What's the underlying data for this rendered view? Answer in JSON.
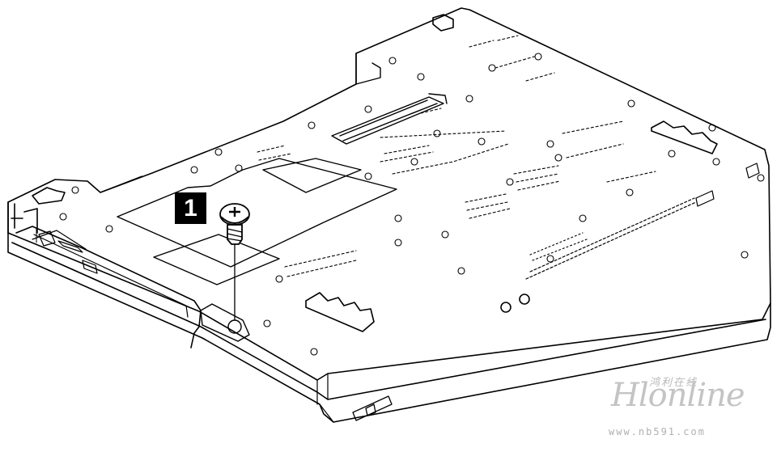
{
  "callout": {
    "step_number": "1"
  },
  "watermark": {
    "chinese_text": "鸿利在线",
    "brand_text": "Hlonline",
    "url_text": "www.nb591.com"
  },
  "colors": {
    "line": "#000000",
    "background": "#ffffff",
    "watermark": "#bdbdbd"
  },
  "icons": [
    "screw-icon"
  ]
}
